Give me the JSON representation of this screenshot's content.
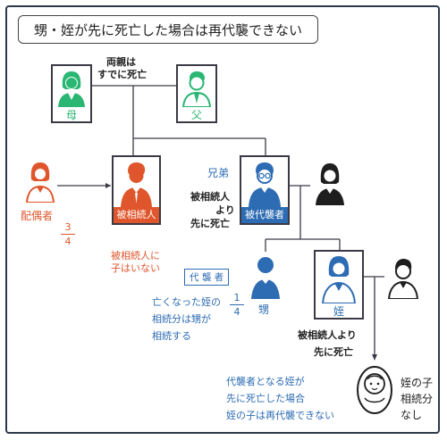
{
  "title": "甥・姪が先に死亡した場合は再代襲できない",
  "colors": {
    "green": "#2ab673",
    "orange": "#e0562c",
    "blue": "#2d6cb3",
    "black": "#1e1e1e",
    "frame": "#2b3a4a"
  },
  "nodes": {
    "mother": {
      "label": "母",
      "icon": "female-person-icon"
    },
    "father": {
      "label": "父",
      "icon": "male-person-icon"
    },
    "decedent": {
      "label": "被相続人",
      "icon": "male-person-icon"
    },
    "spouse": {
      "label": "配偶者",
      "icon": "female-person-icon"
    },
    "sibling": {
      "label": "被代襲者",
      "caption": "兄弟",
      "icon": "male-glasses-person-icon"
    },
    "sibling_spouse": {
      "icon": "female-person-icon"
    },
    "nephew": {
      "label": "甥",
      "icon": "male-person-icon"
    },
    "niece": {
      "label": "姪",
      "icon": "female-person-icon"
    },
    "niece_spouse": {
      "icon": "male-person-icon"
    },
    "niece_child": {
      "icon": "baby-icon"
    }
  },
  "notes": {
    "parents_dead": [
      "両親は",
      "すでに死亡"
    ],
    "sibling_predeceased": [
      "被相続人",
      "より",
      "先に死亡"
    ],
    "decedent_no_child": [
      "被相続人に",
      "子はいない"
    ],
    "representative_badge": "代 襲 者",
    "nephew_share_note": [
      "亡くなった姪の",
      "相続分は甥が",
      "相続する"
    ],
    "niece_predeceased": [
      "被相続人より",
      "先に死亡"
    ],
    "bottom_note": [
      "代襲者となる姪が",
      "先に死亡した場合",
      "姪の子は再代襲できない"
    ],
    "niece_child_note": [
      "姪の子",
      "相続分",
      "なし"
    ]
  },
  "shares": {
    "spouse": {
      "num": "3",
      "den": "4"
    },
    "nephew": {
      "num": "1",
      "den": "4"
    }
  }
}
